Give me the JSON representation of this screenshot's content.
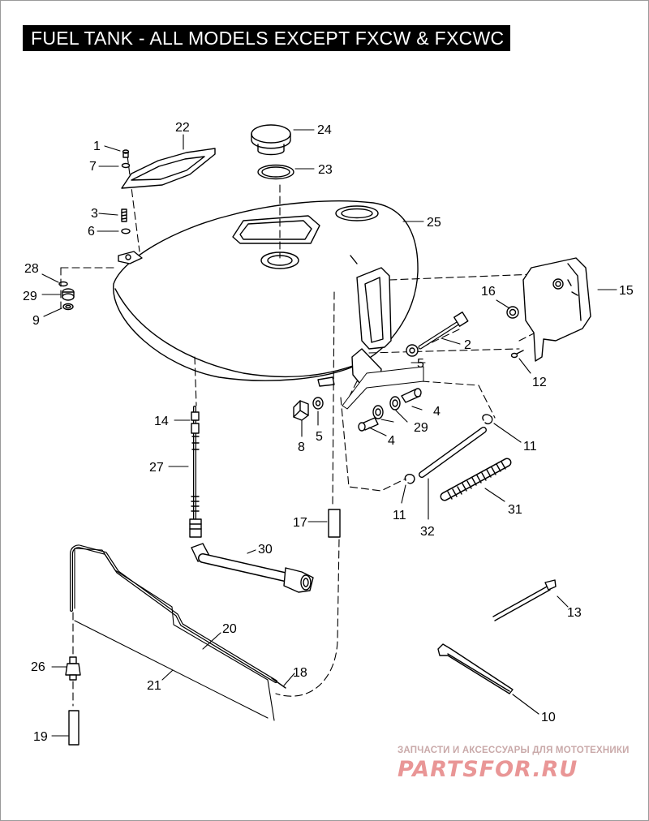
{
  "title": "FUEL TANK - ALL MODELS EXCEPT FXCW & FXCWC",
  "callouts": [
    {
      "id": "1",
      "label": "1"
    },
    {
      "id": "2",
      "label": "2"
    },
    {
      "id": "3",
      "label": "3"
    },
    {
      "id": "4a",
      "label": "4"
    },
    {
      "id": "4b",
      "label": "4"
    },
    {
      "id": "5a",
      "label": "5"
    },
    {
      "id": "5b",
      "label": "5"
    },
    {
      "id": "6",
      "label": "6"
    },
    {
      "id": "7",
      "label": "7"
    },
    {
      "id": "8",
      "label": "8"
    },
    {
      "id": "9",
      "label": "9"
    },
    {
      "id": "10",
      "label": "10"
    },
    {
      "id": "11a",
      "label": "11"
    },
    {
      "id": "11b",
      "label": "11"
    },
    {
      "id": "12",
      "label": "12"
    },
    {
      "id": "13",
      "label": "13"
    },
    {
      "id": "14",
      "label": "14"
    },
    {
      "id": "15",
      "label": "15"
    },
    {
      "id": "16",
      "label": "16"
    },
    {
      "id": "17",
      "label": "17"
    },
    {
      "id": "18",
      "label": "18"
    },
    {
      "id": "19",
      "label": "19"
    },
    {
      "id": "20",
      "label": "20"
    },
    {
      "id": "21",
      "label": "21"
    },
    {
      "id": "22",
      "label": "22"
    },
    {
      "id": "23",
      "label": "23"
    },
    {
      "id": "24",
      "label": "24"
    },
    {
      "id": "25",
      "label": "25"
    },
    {
      "id": "26",
      "label": "26"
    },
    {
      "id": "27",
      "label": "27"
    },
    {
      "id": "28",
      "label": "28"
    },
    {
      "id": "29a",
      "label": "29"
    },
    {
      "id": "29b",
      "label": "29"
    },
    {
      "id": "30",
      "label": "30"
    },
    {
      "id": "31",
      "label": "31"
    },
    {
      "id": "32",
      "label": "32"
    }
  ],
  "watermark": {
    "caption": "ЗАПЧАСТИ И АКСЕССУАРЫ ДЛЯ МОТОТЕХНИКИ",
    "logo": "PARTSFOR.RU"
  }
}
